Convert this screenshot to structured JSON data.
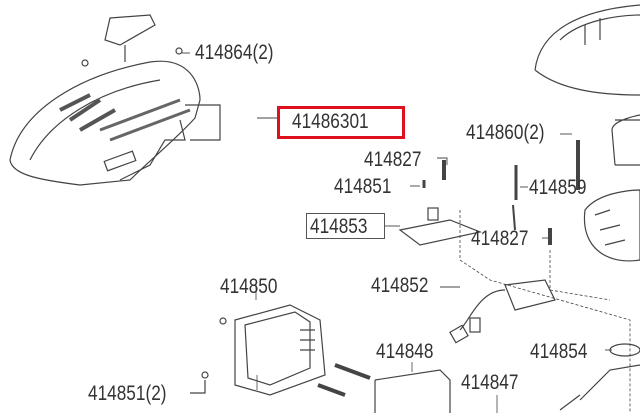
{
  "diagram": {
    "highlight_color": "#e0101e",
    "callouts": [
      {
        "id": "top-cover-nut",
        "label": "414864(2)"
      },
      {
        "id": "engine-cover",
        "label": "41486301",
        "highlighted": true
      },
      {
        "id": "stud",
        "label": "414860(2)"
      },
      {
        "id": "screw-a",
        "label": "414827"
      },
      {
        "id": "screw-b",
        "label": "414851"
      },
      {
        "id": "pin",
        "label": "414859"
      },
      {
        "id": "circuit-board",
        "label": "414853",
        "boxed": true
      },
      {
        "id": "screw-c",
        "label": "414827"
      },
      {
        "id": "ignition-coil",
        "label": "414852"
      },
      {
        "id": "muffler-shield",
        "label": "414850"
      },
      {
        "id": "muffler",
        "label": "414848"
      },
      {
        "id": "seal",
        "label": "414854"
      },
      {
        "id": "shield-screw",
        "label": "414851(2)"
      },
      {
        "id": "gasket",
        "label": "414847"
      }
    ]
  }
}
